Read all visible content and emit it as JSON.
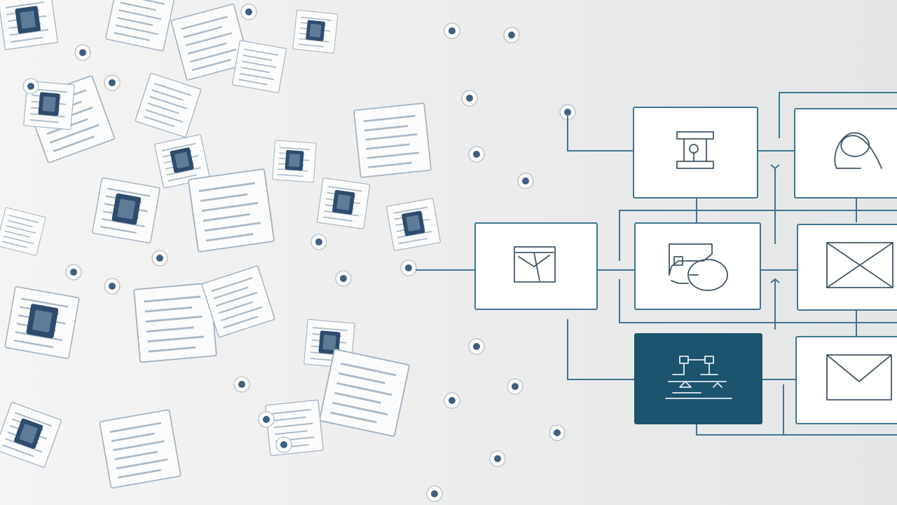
{
  "palette": {
    "background": "#ececec",
    "connector": "#3f7591",
    "active_node": "#1c536f",
    "document_ink": "#2c4b6e",
    "document_sheet": "#fbfbfb"
  },
  "scattered_documents": [
    {
      "icon": "document-icon"
    },
    {
      "icon": "document-icon"
    },
    {
      "icon": "document-icon"
    },
    {
      "icon": "document-icon"
    },
    {
      "icon": "document-icon"
    },
    {
      "icon": "document-icon"
    },
    {
      "icon": "document-icon"
    },
    {
      "icon": "document-icon"
    },
    {
      "icon": "document-icon"
    },
    {
      "icon": "document-icon"
    },
    {
      "icon": "document-icon"
    },
    {
      "icon": "document-icon"
    },
    {
      "icon": "document-icon"
    },
    {
      "icon": "document-icon"
    },
    {
      "icon": "document-icon"
    },
    {
      "icon": "document-icon"
    },
    {
      "icon": "document-icon"
    },
    {
      "icon": "document-icon"
    },
    {
      "icon": "document-icon"
    },
    {
      "icon": "document-icon"
    },
    {
      "icon": "document-icon"
    },
    {
      "icon": "document-icon"
    },
    {
      "icon": "document-icon"
    },
    {
      "icon": "document-icon"
    }
  ],
  "data_tokens": {
    "icon": "data-token-icon"
  },
  "flow_nodes": [
    {
      "id": "input",
      "icon": "image-frame-icon",
      "active": false
    },
    {
      "id": "tool",
      "icon": "press-tool-icon",
      "active": false
    },
    {
      "id": "transform",
      "icon": "machine-icon",
      "active": false
    },
    {
      "id": "schema",
      "icon": "hierarchy-chart-icon",
      "active": true
    },
    {
      "id": "ribbon",
      "icon": "ribbon-icon",
      "active": false
    },
    {
      "id": "mail-cross",
      "icon": "crossed-envelope-icon",
      "active": false
    },
    {
      "id": "mail",
      "icon": "envelope-icon",
      "active": false
    }
  ]
}
